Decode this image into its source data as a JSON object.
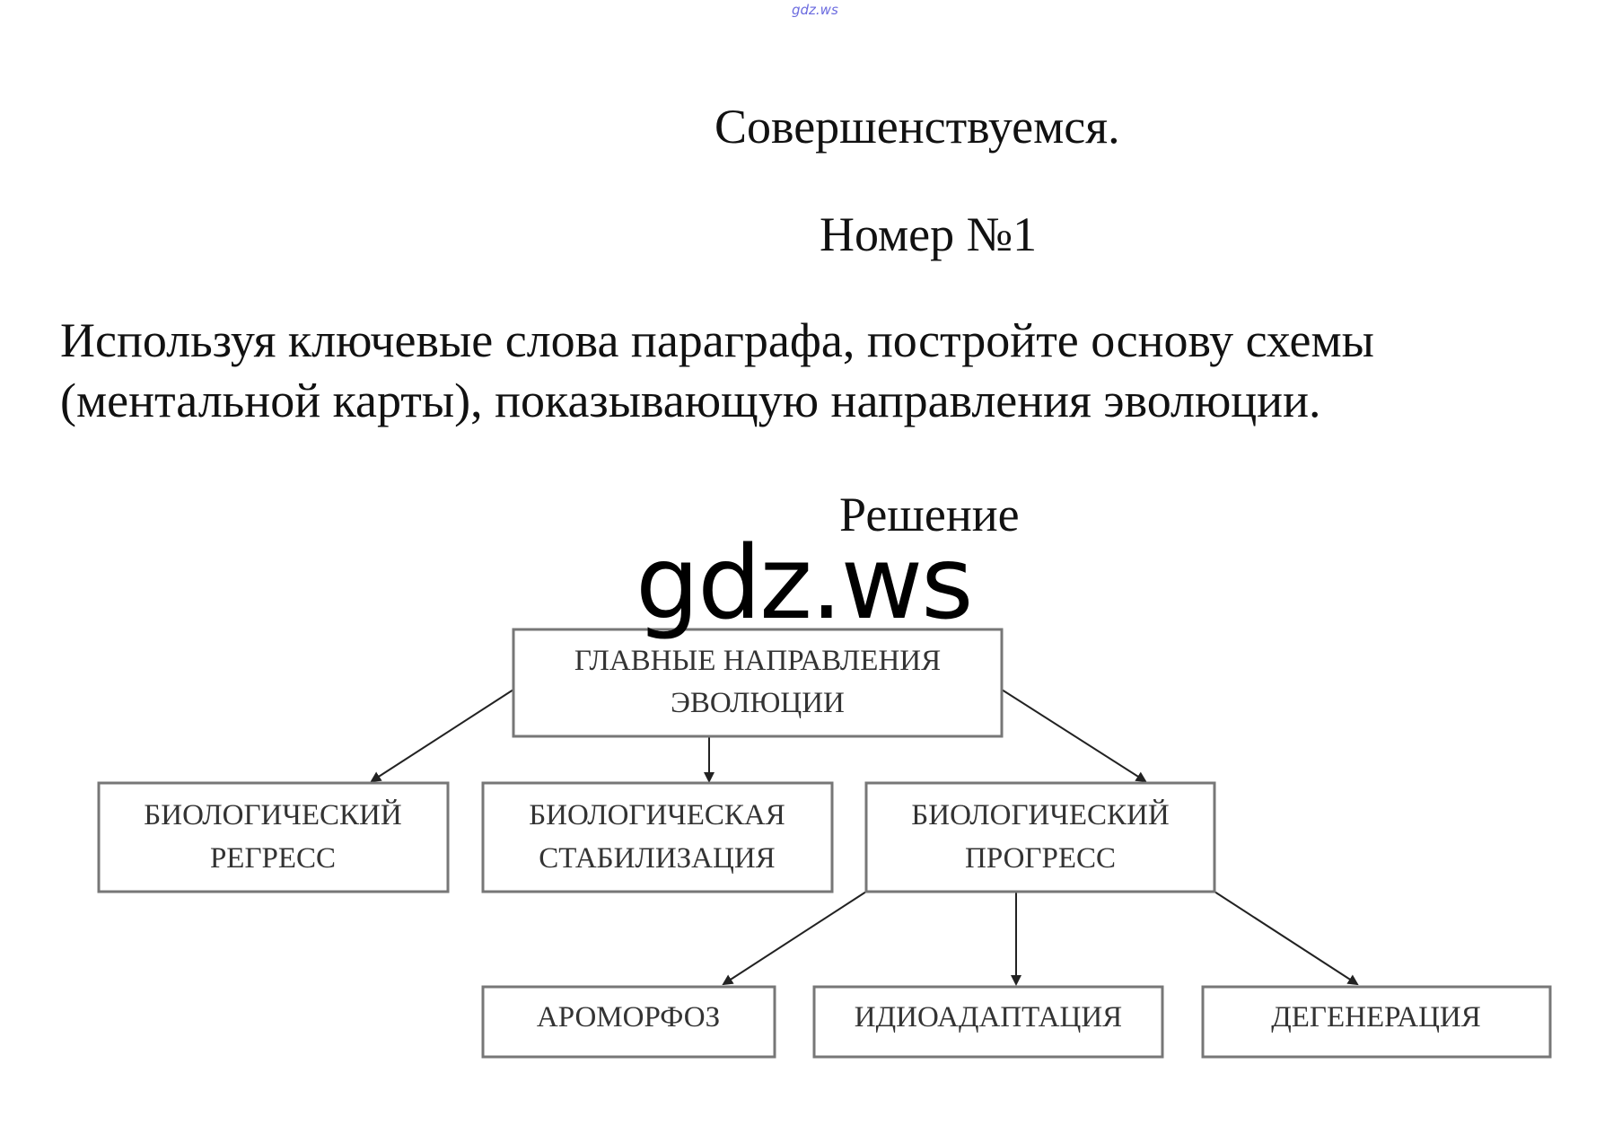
{
  "watermark_small": "gdz.ws",
  "heading": "Совершенствуемся.",
  "number": "Номер №1",
  "task": {
    "line1": "Используя ключевые слова параграфа, постройте основу схемы",
    "line2": "(ментальной карты), показывающую направления эволюции."
  },
  "solution_label": "Решение",
  "watermark_big": "gdz.ws",
  "diagram": {
    "root": {
      "line1": "ГЛАВНЫЕ НАПРАВЛЕНИЯ",
      "line2": "ЭВОЛЮЦИИ"
    },
    "regress": {
      "line1": "БИОЛОГИЧЕСКИЙ",
      "line2": "РЕГРЕСС"
    },
    "stabilization": {
      "line1": "БИОЛОГИЧЕСКАЯ",
      "line2": "СТАБИЛИЗАЦИЯ"
    },
    "progress": {
      "line1": "БИОЛОГИЧЕСКИЙ",
      "line2": "ПРОГРЕСС"
    },
    "aromorphosis": "АРОМОРФОЗ",
    "idioadaptation": "ИДИОАДАПТАЦИЯ",
    "degeneration": "ДЕГЕНЕРАЦИЯ"
  }
}
